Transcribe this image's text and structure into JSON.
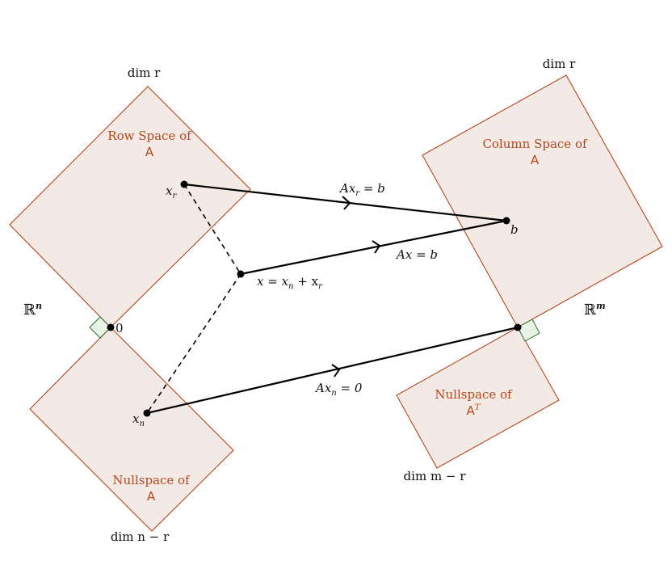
{
  "left_space": {
    "symbol": "ℝ",
    "exponent": "n",
    "row_space": {
      "title": "Row Space of",
      "matrix": "A",
      "dimension": "dim r"
    },
    "nullspace": {
      "title": "Nullspace of",
      "matrix": "A",
      "dimension": "dim n − r"
    },
    "origin_label": "0"
  },
  "right_space": {
    "symbol": "ℝ",
    "exponent": "m",
    "column_space": {
      "title": "Column Space of",
      "matrix": "A",
      "dimension": "dim r"
    },
    "left_nullspace": {
      "title": "Nullspace of",
      "matrix": "A",
      "matrix_superscript": "T",
      "dimension": "dim m − r"
    }
  },
  "points": {
    "x_r": "x",
    "x_r_sub": "r",
    "x_n": "x",
    "x_n_sub": "n",
    "x_sum": "x = x",
    "x_sum_n_sub": "n",
    "x_sum_plus": " + x",
    "x_sum_r_sub": "r",
    "b": "b"
  },
  "arrows": {
    "row_map": {
      "A": "Ax",
      "sub": "r",
      "rhs": " = b"
    },
    "full_map": {
      "label": "Ax = b"
    },
    "null_map": {
      "A": "Ax",
      "sub": "n",
      "rhs": " = 0"
    }
  },
  "colors": {
    "region_fill": "#f3eae5",
    "region_stroke": "#b5451b",
    "right_angle_fill": "#e8f4e6",
    "right_angle_stroke": "#2e6b2e",
    "ink": "#000000"
  }
}
